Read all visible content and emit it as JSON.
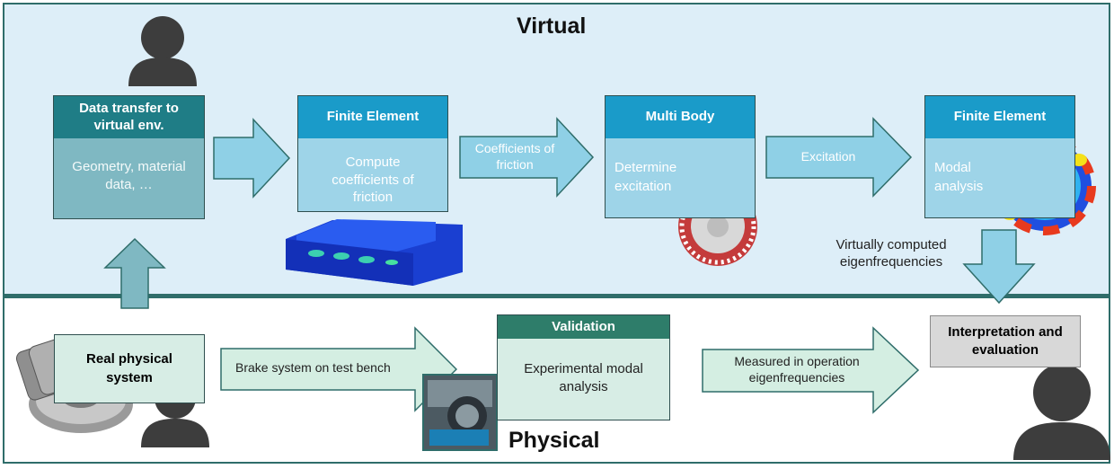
{
  "virtual": {
    "title": "Virtual",
    "box1": {
      "header": "Data transfer to virtual env.",
      "body": "Geometry, material data, …"
    },
    "box2": {
      "header": "Finite Element",
      "body": "Compute coefficients of friction"
    },
    "box3": {
      "header": "Multi Body",
      "body": "Determine excitation"
    },
    "box4": {
      "header": "Finite Element",
      "body": "Modal analysis"
    },
    "arrow_cof": "Coefficients of friction",
    "arrow_exc": "Excitation",
    "virtual_eigen": "Virtually computed eigenfrequencies"
  },
  "physical": {
    "title": "Physical",
    "real_system": "Real physical system",
    "arrow_bench": "Brake system on test bench",
    "validation": {
      "header": "Validation",
      "body": "Experimental modal analysis"
    },
    "arrow_measured": "Measured in operation eigenfrequencies",
    "interpretation": "Interpretation and evaluation"
  },
  "colors": {
    "teal_header": "#1f7d86",
    "blue_header": "#1a9bc9",
    "green_header": "#2e7d6a",
    "box_body_teal": "#7fb8c2",
    "box_body_blue": "#9ed4e8",
    "box_body_green": "#d7ede5",
    "arrow_blue": "#8fd0e6",
    "arrow_green": "#d4eee2",
    "gray_box": "#d8d8d8",
    "person": "#3d3d3d"
  }
}
